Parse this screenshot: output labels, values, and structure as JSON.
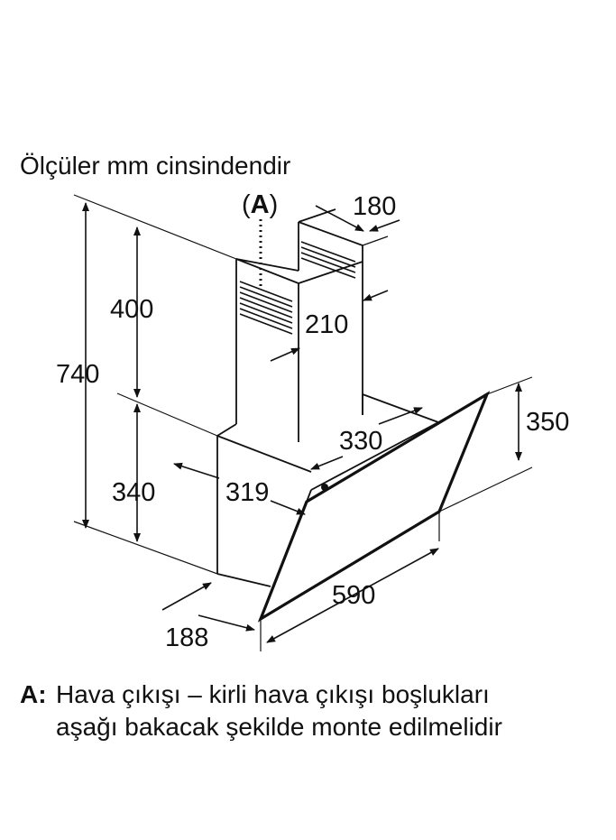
{
  "title": "Ölçüler mm cinsindendir",
  "dimensions": {
    "total_height": "740",
    "chimney_height": "400",
    "lower_height": "340",
    "chimney_width": "180",
    "chimney_depth": "210",
    "inner_depth": "330",
    "glass_height": "350",
    "body_depth": "319",
    "width": "590",
    "bottom_depth": "188"
  },
  "air_outlet_label": "A",
  "note": {
    "key": "A:",
    "line1": "Hava çıkışı – kirli hava çıkışı boşlukları",
    "line2": "aşağı bakacak şekilde monte edilmelidir"
  }
}
